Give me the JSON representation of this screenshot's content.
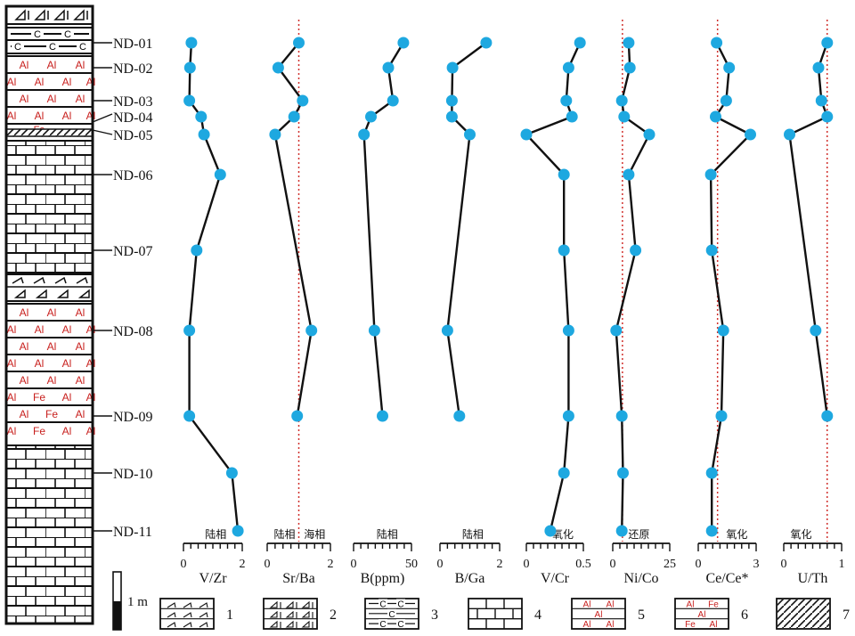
{
  "chart_data": {
    "type": "line",
    "samples": [
      "ND-01",
      "ND-02",
      "ND-03",
      "ND-04",
      "ND-05",
      "ND-06",
      "ND-07",
      "ND-08",
      "ND-09",
      "ND-10",
      "ND-11"
    ],
    "series": [
      {
        "name": "V/Zr",
        "xlabel": "V/Zr",
        "ticks": [
          "0",
          "2"
        ],
        "xlim": [
          0,
          2
        ],
        "values": [
          0.27,
          0.22,
          0.2,
          0.6,
          0.7,
          1.25,
          0.45,
          0.2,
          0.2,
          1.65,
          1.85
        ],
        "threshold": null,
        "zone_labels": [
          {
            "text": "陆相",
            "x": 1.1
          }
        ]
      },
      {
        "name": "Sr/Ba",
        "xlabel": "Sr/Ba",
        "ticks": [
          "0",
          "2"
        ],
        "xlim": [
          0,
          2
        ],
        "values": [
          1.0,
          0.35,
          1.12,
          0.85,
          0.25,
          null,
          null,
          1.4,
          0.95,
          null,
          null
        ],
        "threshold": 1.0,
        "zone_labels": [
          {
            "text": "陆相",
            "x": 0.55
          },
          {
            "text": "海相",
            "x": 1.5
          }
        ]
      },
      {
        "name": "B(ppm)",
        "xlabel": "B(ppm)",
        "ticks": [
          "0",
          "50"
        ],
        "xlim": [
          0,
          50
        ],
        "values": [
          43,
          30,
          34,
          15,
          9,
          null,
          null,
          18,
          25,
          null,
          null
        ],
        "threshold": null,
        "zone_labels": [
          {
            "text": "陆相",
            "x": 29
          }
        ]
      },
      {
        "name": "B/Ga",
        "xlabel": "B/Ga",
        "ticks": [
          "0",
          "2"
        ],
        "xlim": [
          0,
          2
        ],
        "values": [
          1.55,
          0.42,
          0.4,
          0.4,
          1.0,
          null,
          null,
          0.25,
          0.65,
          null,
          null
        ],
        "threshold": null,
        "zone_labels": [
          {
            "text": "陆相",
            "x": 1.1
          }
        ]
      },
      {
        "name": "V/Cr",
        "xlabel": "V/Cr",
        "ticks": [
          "0",
          "0.5"
        ],
        "xlim": [
          0,
          0.5
        ],
        "values": [
          0.47,
          0.37,
          0.35,
          0.4,
          0.0,
          0.33,
          0.33,
          0.37,
          0.37,
          0.33,
          0.21
        ],
        "threshold": null,
        "zone_labels": [
          {
            "text": "氧化",
            "x": 0.32
          }
        ]
      },
      {
        "name": "Ni/Co",
        "xlabel": "Ni/Co",
        "ticks": [
          "0",
          "25"
        ],
        "xlim": [
          0,
          25
        ],
        "values": [
          7,
          7.5,
          4,
          5,
          16,
          7,
          10,
          1.5,
          4,
          4.5,
          4
        ],
        "threshold": 4.25,
        "zone_labels": [
          {
            "text": "还原",
            "x": 11.5
          }
        ]
      },
      {
        "name": "Ce/Ce*",
        "xlabel": "Ce/Ce*",
        "ticks": [
          "0",
          "3"
        ],
        "xlim": [
          0,
          3
        ],
        "values": [
          0.95,
          1.6,
          1.45,
          0.9,
          2.7,
          0.65,
          0.7,
          1.3,
          1.2,
          0.7,
          0.7
        ],
        "threshold": 1.0,
        "zone_labels": [
          {
            "text": "氧化",
            "x": 2.0
          }
        ]
      },
      {
        "name": "U/Th",
        "xlabel": "U/Th",
        "ticks": [
          "0",
          "1"
        ],
        "xlim": [
          0,
          1
        ],
        "values": [
          0.75,
          0.6,
          0.65,
          0.75,
          0.1,
          null,
          null,
          0.55,
          0.75,
          null,
          null
        ],
        "threshold": 0.75,
        "zone_labels": [
          {
            "text": "氧化",
            "x": 0.3
          }
        ]
      }
    ],
    "scale_bar": "1 m",
    "legend": [
      "1",
      "2",
      "3",
      "4",
      "5",
      "6",
      "7"
    ],
    "lithology_text": {
      "c": "C",
      "al": "Al",
      "fe": "Fe"
    }
  }
}
